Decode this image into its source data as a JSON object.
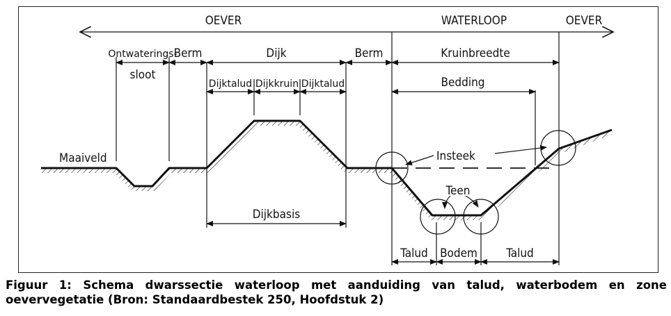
{
  "labels": {
    "oever_left": "OEVER",
    "waterloop": "WATERLOOP",
    "oever_right": "OEVER",
    "ontwaterings": "Ontwaterings-",
    "sloot": "sloot",
    "berm_left": "Berm",
    "dijk": "Dijk",
    "berm_right": "Berm",
    "kruinbreedte": "Kruinbreedte",
    "dijktalud_left": "Dijktalud",
    "dijkkruin": "Dijkkruin",
    "dijktalud_right": "Dijktalud",
    "bedding": "Bedding",
    "maaiveld": "Maaiveld",
    "insteek": "Insteek",
    "teen": "Teen",
    "dijkbasis": "Dijkbasis",
    "talud_left": "Talud",
    "bodem": "Bodem",
    "talud_right": "Talud"
  },
  "caption": "Figuur 1: Schema dwarssectie waterloop met aanduiding van talud, waterbodem en zone oevervegetatie (Bron: Standaardbestek 250, Hoofdstuk 2)"
}
